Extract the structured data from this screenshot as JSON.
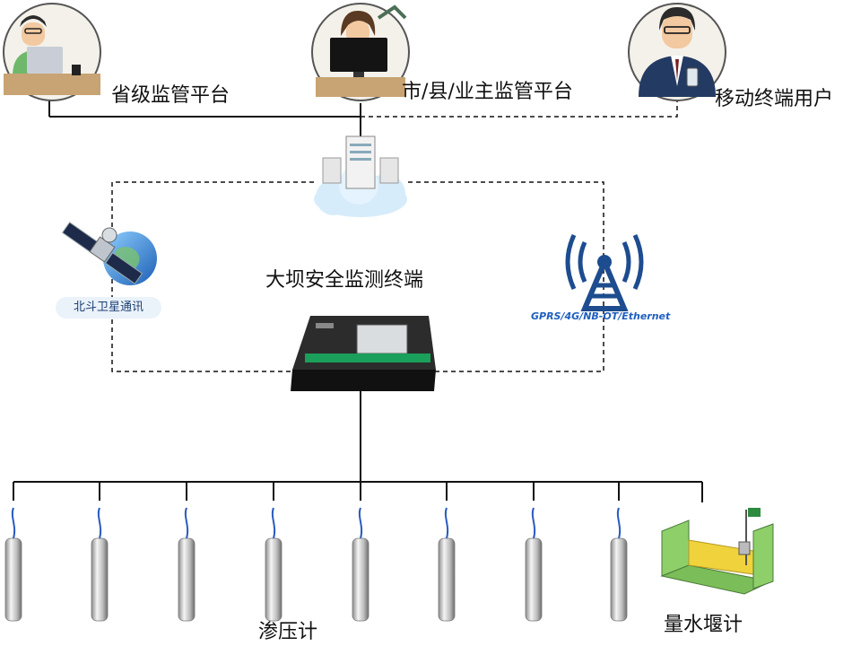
{
  "labels": {
    "provincial": "省级监管平台",
    "city": "市/县/业主监管平台",
    "mobile": "移动终端用户",
    "terminal": "大坝安全监测终端",
    "beidou": "北斗卫星通讯",
    "network": "GPRS/4G/NB-OT/Ethernet",
    "piezometer": "渗压计",
    "weir": "量水堰计"
  },
  "icons": {
    "provincial": "laptop-user-avatar-icon",
    "city": "desktop-user-avatar-icon",
    "mobile": "businessman-avatar-icon",
    "server": "cloud-server-icon",
    "satellite": "satellite-globe-icon",
    "tower": "signal-tower-icon",
    "terminal": "monitoring-terminal-device-icon",
    "sensor": "piezometer-sensor-icon",
    "weir": "weir-meter-icon"
  },
  "colors": {
    "line": "#111111",
    "accent_blue": "#1f5fbf",
    "tower_blue": "#1d4c8f",
    "cloud": "#d6ecfa",
    "table_tan": "#c8a373",
    "weir_green": "#8fcf6a",
    "weir_water": "#f0d23c"
  }
}
